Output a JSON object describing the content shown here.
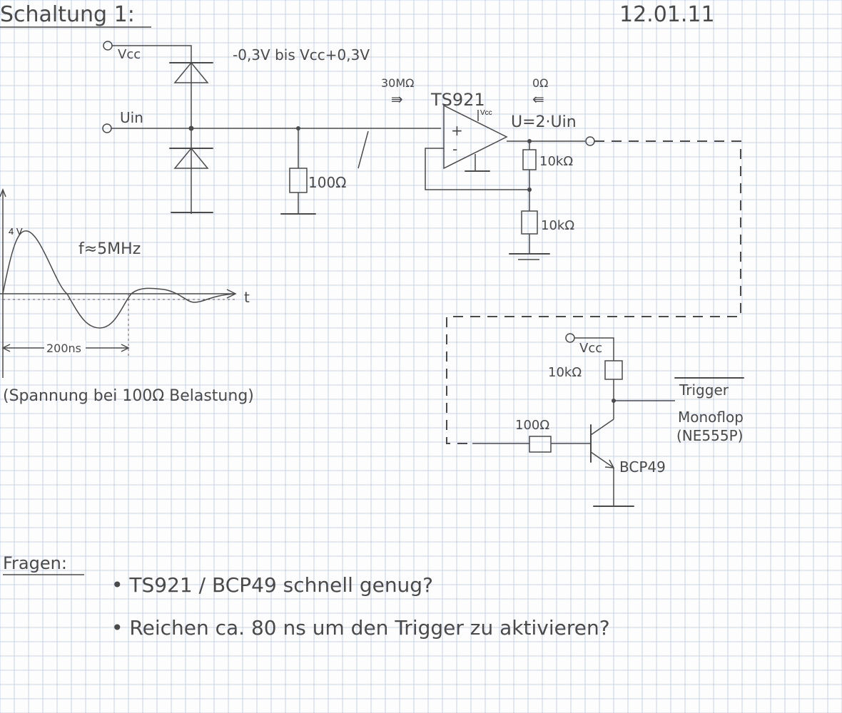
{
  "header": {
    "title": "Schaltung 1:",
    "date": "12.01.11"
  },
  "schematic": {
    "vcc_label": "Vcc",
    "clamp_note": "-0,3V bis Vcc+0,3V",
    "uin_label": "Uin",
    "input_resistor": "100Ω",
    "opamp_input_impedance": "30MΩ",
    "opamp_output_impedance": "0Ω",
    "opamp_part": "TS921",
    "opamp_supply": "Vcc",
    "plus_sign": "+",
    "minus_sign": "-",
    "output_formula": "U=2·Uin",
    "feedback_r1": "10kΩ",
    "feedback_r2": "10kΩ",
    "stage2_vcc": "Vcc",
    "collector_resistor": "10kΩ",
    "base_resistor": "100Ω",
    "transistor_part": "BCP49",
    "trigger_label": "Trigger",
    "monoflop_label": "Monoflop",
    "monoflop_part": "(NE555P)"
  },
  "waveform": {
    "peak_label": "4 V",
    "frequency": "f≈5MHz",
    "period": "200ns",
    "time_axis": "t",
    "caption": "(Spannung bei 100Ω Belastung)"
  },
  "questions": {
    "heading": "Fragen:",
    "items": [
      "• TS921 / BCP49 schnell genug?",
      "• Reichen ca. 80 ns um den Trigger zu aktivieren?"
    ]
  },
  "colors": {
    "grid": "#b9c6e6",
    "ink": "#4a4a4a",
    "paper": "#fdfdfd"
  }
}
